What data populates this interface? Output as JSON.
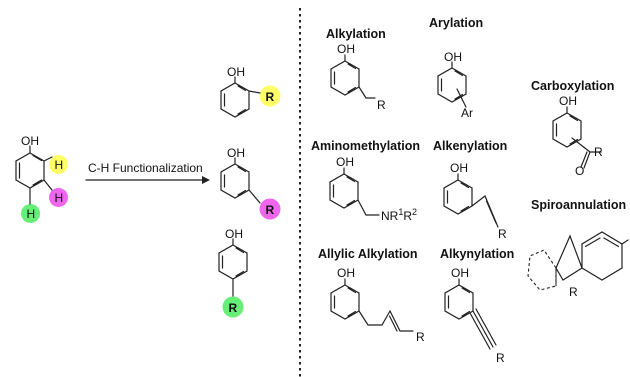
{
  "labels": {
    "oh": "OH",
    "r": "R",
    "h": "H",
    "ar": "Ar",
    "o": "O",
    "nr1r2": "NR",
    "sup1": "1",
    "r_letter": "R",
    "sup2": "2"
  },
  "arrow_label": "C-H Functionalization",
  "titles": {
    "alkylation": "Alkylation",
    "arylation": "Arylation",
    "carboxylation": "Carboxylation",
    "aminomethylation": "Aminomethylation",
    "alkenylation": "Alkenylation",
    "spiroannulation": "Spiroannulation",
    "allylic_alkylation": "Allylic Alkylation",
    "alkynylation": "Alkynylation"
  },
  "colors": {
    "ortho": "#ffff66",
    "meta": "#ee66ee",
    "para": "#66ee77",
    "divider": "#222222"
  }
}
